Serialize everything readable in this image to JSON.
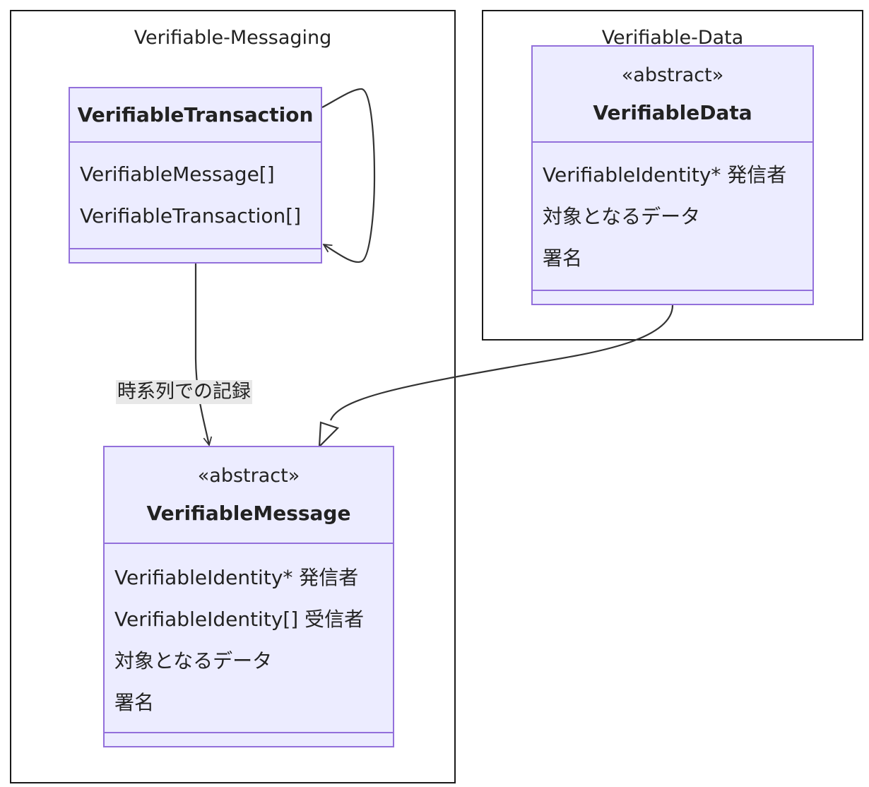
{
  "diagram": {
    "clusters": {
      "messaging": {
        "title": "Verifiable-Messaging"
      },
      "data": {
        "title": "Verifiable-Data"
      }
    },
    "classes": {
      "transaction": {
        "name": "VerifiableTransaction",
        "attributes": [
          "VerifiableMessage[]",
          "VerifiableTransaction[]"
        ]
      },
      "message": {
        "stereotype": "«abstract»",
        "name": "VerifiableMessage",
        "attributes": [
          "VerifiableIdentity* 発信者",
          "VerifiableIdentity[] 受信者",
          "対象となるデータ",
          "署名"
        ]
      },
      "data": {
        "stereotype": "«abstract»",
        "name": "VerifiableData",
        "attributes": [
          "VerifiableIdentity* 発信者",
          "対象となるデータ",
          "署名"
        ]
      }
    },
    "relations": {
      "transaction_to_message_label": "時系列での記録"
    },
    "colors": {
      "class_fill": "#ECECFF",
      "class_border": "#9370DB",
      "edge": "#333333",
      "cluster_border": "#1a1a1a"
    }
  }
}
